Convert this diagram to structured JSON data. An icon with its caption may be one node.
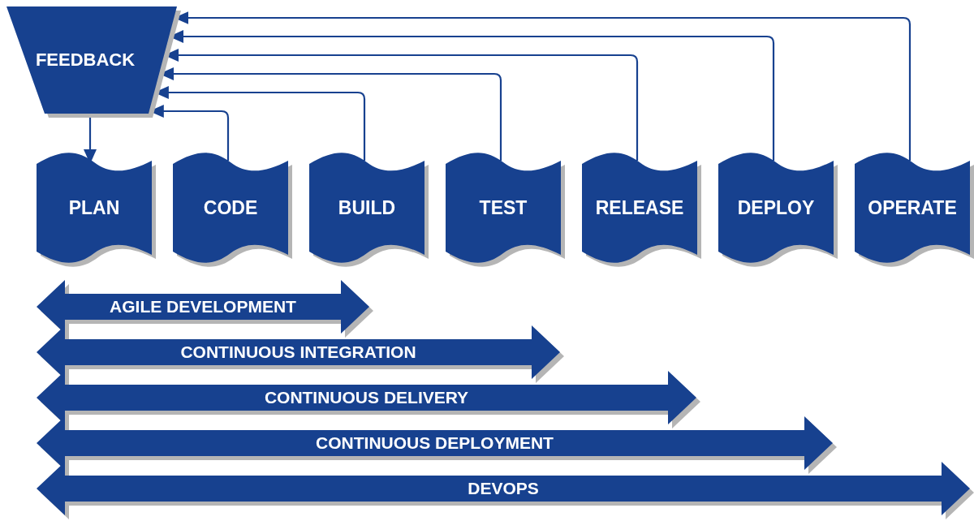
{
  "diagram": {
    "nodes": [
      {
        "text": [
          "FEEDBACK"
        ]
      },
      {
        "text": [
          "PLAN"
        ]
      },
      {
        "text": [
          "CODE"
        ]
      },
      {
        "text": [
          "BUILD"
        ]
      },
      {
        "text": [
          "TEST"
        ]
      },
      {
        "text": [
          "RELEASE"
        ]
      },
      {
        "text": [
          "DEPLOY"
        ]
      },
      {
        "text": [
          "OPERATE"
        ]
      },
      {
        "text": [
          "AGILE DEVELOPMENT"
        ]
      },
      {
        "text": [
          "CONTINUOUS INTEGRATION"
        ]
      },
      {
        "text": [
          "CONTINUOUS DELIVERY"
        ]
      },
      {
        "text": [
          "CONTINUOUS DEPLOYMENT"
        ]
      },
      {
        "text": [
          "DEVOPS"
        ]
      }
    ],
    "edges": [
      {
        "from": 0,
        "to": 1,
        "arrow": "to"
      },
      {
        "from": 2,
        "to": 0,
        "arrow": "to"
      },
      {
        "from": 3,
        "to": 0,
        "arrow": "to"
      },
      {
        "from": 4,
        "to": 0,
        "arrow": "to"
      },
      {
        "from": 5,
        "to": 0,
        "arrow": "to"
      },
      {
        "from": 6,
        "to": 0,
        "arrow": "to"
      },
      {
        "from": 7,
        "to": 0,
        "arrow": "to"
      }
    ]
  }
}
